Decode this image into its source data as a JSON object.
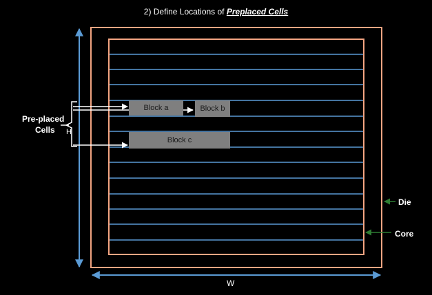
{
  "title": {
    "prefix": "2) Define Locations of ",
    "emphasis": "Preplaced Cells"
  },
  "labels": {
    "preplaced_line1": "Pre-placed",
    "preplaced_line2": "Cells",
    "height": "H",
    "width": "W",
    "die": "Die",
    "core": "Core"
  },
  "blocks": {
    "a": "Block a",
    "b": "Block b",
    "c": "Block c"
  },
  "colors": {
    "background": "#000000",
    "die_border": "#f4a582",
    "core_border": "#f4a582",
    "rows": "#5b9bd5",
    "dimension_arrows": "#5b9bd5",
    "pointer_arrows": "#2e7d32",
    "block_fill": "#7f7f7f",
    "text": "#ffffff"
  }
}
